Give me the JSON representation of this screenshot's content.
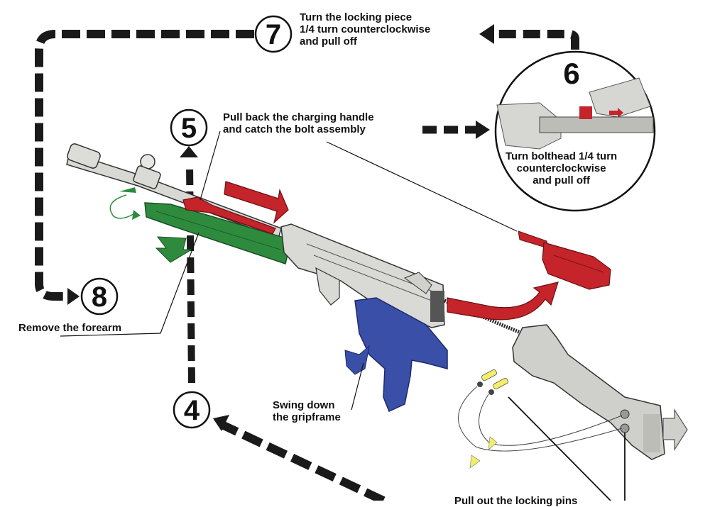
{
  "title": "Disassembly steps diagram",
  "colors": {
    "dashed_path": "#1a1a1a",
    "metal": "#d8d8d4",
    "forearm": "#2e8b3e",
    "bolt": "#c4242a",
    "gripframe": "#3a4fa8",
    "pins": "#f2ee6a",
    "stock": "#cfcfcb"
  },
  "steps": [
    {
      "number": "4",
      "text": "Swing down\nthe gripframe"
    },
    {
      "number": "5",
      "text": "Pull back the charging handle\nand catch the bolt assembly"
    },
    {
      "number": "6",
      "text": "Turn bolthead 1/4 turn\ncounterclockwise\nand pull off"
    },
    {
      "number": "7",
      "text": "Turn the locking piece\n1/4 turn counterclockwise\nand pull off"
    },
    {
      "number": "8",
      "text": "Remove the forearm"
    }
  ],
  "cut_off_caption": "Pull out the locking pins"
}
